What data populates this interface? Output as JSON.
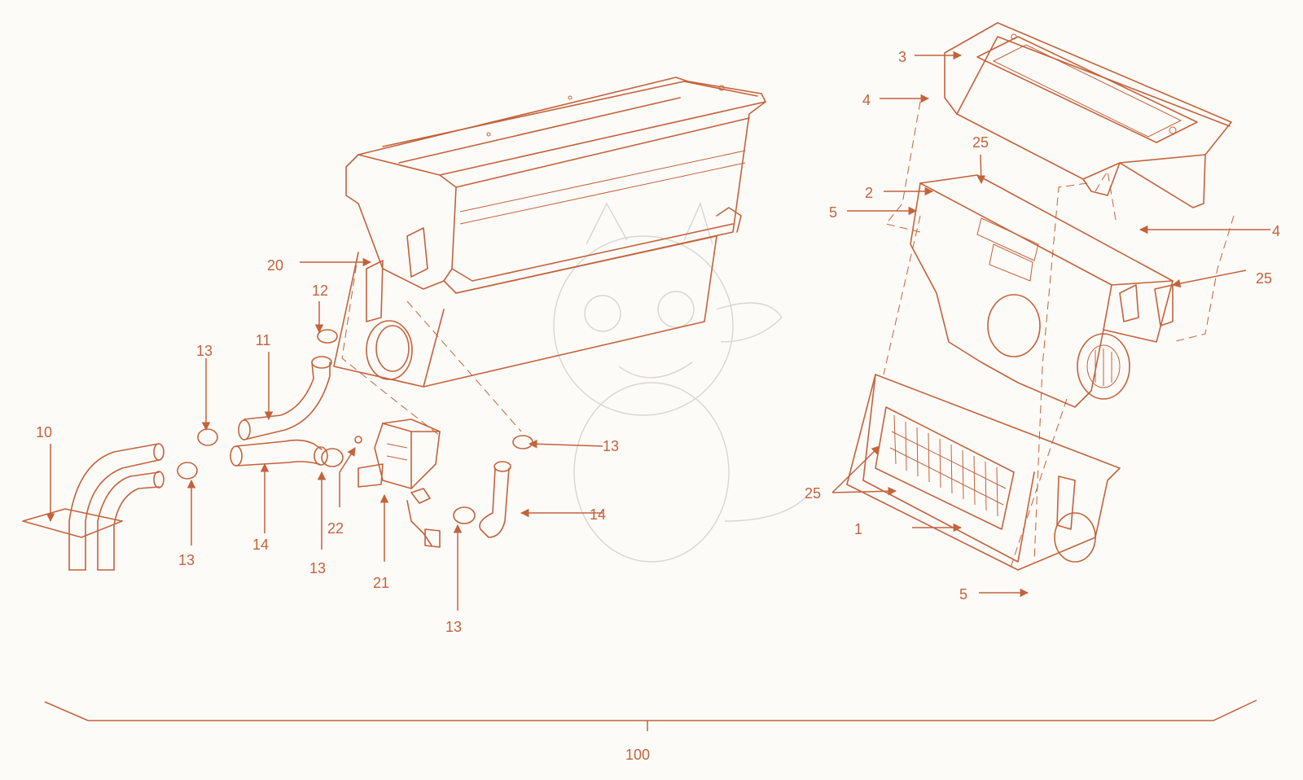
{
  "colors": {
    "line": "#c4623b",
    "background": "#fcfbf8",
    "watermark": "#d9d6d0"
  },
  "callouts": {
    "c1": "1",
    "c2": "2",
    "c3": "3",
    "c4a": "4",
    "c4b": "4",
    "c5a": "5",
    "c5b": "5",
    "c10": "10",
    "c11": "11",
    "c12": "12",
    "c13a": "13",
    "c13b": "13",
    "c13c": "13",
    "c13d": "13",
    "c13e": "13",
    "c14a": "14",
    "c14b": "14",
    "c20": "20",
    "c21": "21",
    "c22": "22",
    "c25a": "25",
    "c25b": "25",
    "c25c": "25",
    "c100": "100"
  }
}
